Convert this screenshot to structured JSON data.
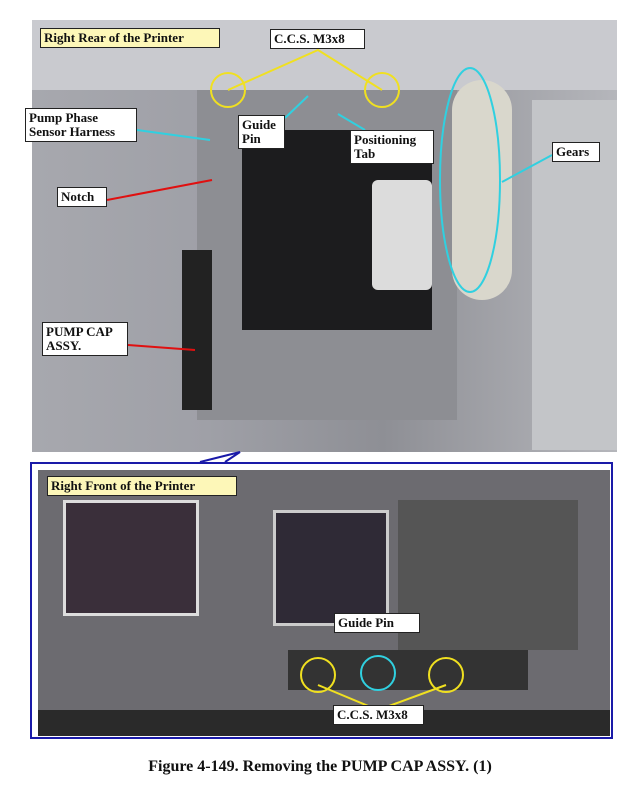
{
  "top_photo": {
    "view_label": "Right Rear of the Printer",
    "screw_label": "C.C.S. M3x8",
    "harness_label": "Pump Phase Sensor Harness",
    "guide_pin_label": "Guide Pin",
    "positioning_tab_label": "Positioning Tab",
    "gears_label": "Gears",
    "notch_label": "Notch",
    "assy_label": "PUMP CAP ASSY."
  },
  "bottom_photo": {
    "view_label": "Right Front of the Printer",
    "guide_pin_label": "Guide Pin",
    "screw_label": "C.C.S. M3x8"
  },
  "caption": "Figure 4-149.  Removing the PUMP CAP ASSY. (1)",
  "colors": {
    "screw": "#f0e020",
    "guide": "#30d0e0",
    "arrow": "#e01010",
    "frame": "#1a1aa8"
  }
}
